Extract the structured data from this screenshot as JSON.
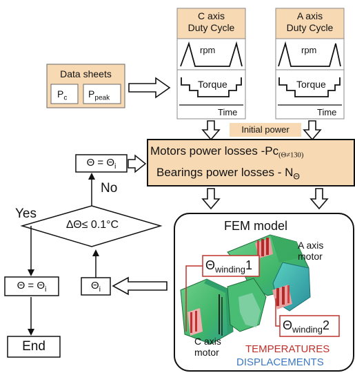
{
  "c_axis_panel": {
    "title_line1": "C axis",
    "title_line2": "Duty Cycle",
    "rpm_label": "rpm",
    "torque_label": "Torque",
    "time_label": "Time"
  },
  "a_axis_panel": {
    "title_line1": "A axis",
    "title_line2": "Duty Cycle",
    "rpm_label": "rpm",
    "torque_label": "Torque",
    "time_label": "Time"
  },
  "data_sheets": {
    "title": "Data sheets",
    "pc_base": "P",
    "pc_sub": "c",
    "ppeak_base": "P",
    "ppeak_sub": "peak"
  },
  "initial_power": "Initial power",
  "losses_box": {
    "line1_text": "Motors power losses -Pc",
    "line1_sub": "(Θ≠130)",
    "line2_text": "Bearings power losses - N",
    "line2_sub": "Θ"
  },
  "theta_update_box": "Θ = Θ",
  "theta_update_sub": "i",
  "no_label": "No",
  "yes_label": "Yes",
  "decision": "ΔΘ≤ 0.1°C",
  "theta_final_box": "Θ = Θ",
  "theta_final_sub": "i",
  "theta_i_box": "Θ",
  "theta_i_sub": "i",
  "end_label": "End",
  "fem": {
    "title": "FEM model",
    "a_axis_motor": "A axis\nmotor",
    "c_axis_motor": "C axis\nmotor",
    "winding1_base": "Θ",
    "winding1_sub": "winding",
    "winding1_num": "1",
    "winding2_base": "Θ",
    "winding2_sub": "winding",
    "winding2_num": "2",
    "temperatures": "TEMPERATURES",
    "displacements": "DISPLACEMENTS"
  },
  "colors": {
    "orange_fill": "#f7d9b3",
    "red_text": "#c0302a",
    "blue_text": "#3b78c4",
    "fem_green": "#55c37a",
    "fem_cyan": "#3fb8b0"
  }
}
